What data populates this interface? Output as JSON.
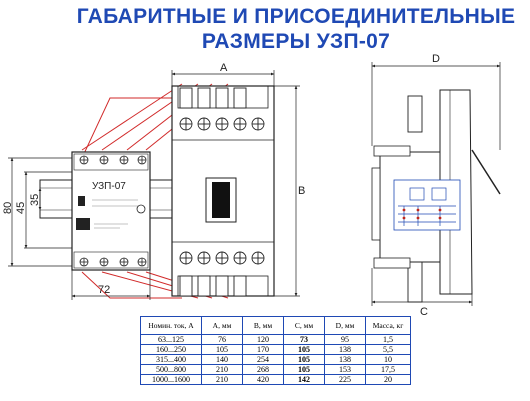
{
  "title": {
    "line1": "ГАБАРИТНЫЕ И ПРИСОЕДИНИТЕЛЬНЫЕ",
    "line2": "РАЗМЕРЫ УЗП-07"
  },
  "device_label": "УЗП-07",
  "dimensions": {
    "a": "A",
    "b": "B",
    "c": "C",
    "d": "D",
    "h1": "45",
    "h2": "35",
    "h3": "80",
    "w": "72"
  },
  "colors": {
    "title": "#1f49b4",
    "wires": "#d12a2a",
    "table_border": "#1f49b4"
  },
  "table": {
    "headers": [
      "Номин. ток, А",
      "A, мм",
      "B, мм",
      "C, мм",
      "D, мм",
      "Масса, кг"
    ],
    "rows": [
      [
        "63...125",
        "76",
        "120",
        "73",
        "95",
        "1,5"
      ],
      [
        "160...250",
        "105",
        "170",
        "105",
        "138",
        "5,5"
      ],
      [
        "315...400",
        "140",
        "254",
        "105",
        "138",
        "10"
      ],
      [
        "500...800",
        "210",
        "268",
        "105",
        "153",
        "17,5"
      ],
      [
        "1000...1600",
        "210",
        "420",
        "142",
        "225",
        "20"
      ]
    ],
    "bold_column": 3
  }
}
